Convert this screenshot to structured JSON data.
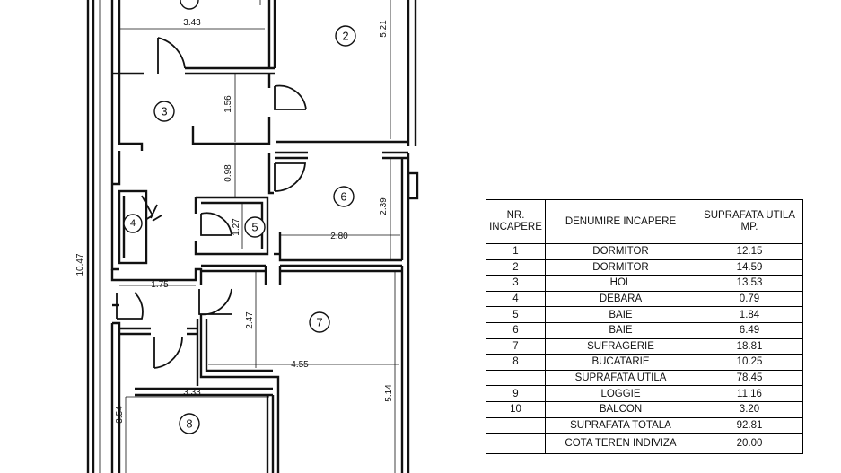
{
  "plan": {
    "dimensions": {
      "total_height": "10.47",
      "room1_width": "3.43",
      "room2_height": "5.21",
      "room3_height": "1.56",
      "hall_height": "0.98",
      "room6_height": "2.39",
      "room6_width": "2.80",
      "room5_height": "1.27",
      "corridor_width": "1.75",
      "room7_height": "2.47",
      "room7_width": "4.55",
      "room7_right_height": "5.14",
      "room8_width": "3.33",
      "room8_height": "3.54"
    },
    "rooms": [
      {
        "number": "2"
      },
      {
        "number": "3"
      },
      {
        "number": "4"
      },
      {
        "number": "5"
      },
      {
        "number": "6"
      },
      {
        "number": "7"
      },
      {
        "number": "8"
      }
    ]
  },
  "table": {
    "headers": {
      "nr": "NR. INCAPERE",
      "name": "DENUMIRE INCAPERE",
      "area": "SUPRAFATA UTILA MP."
    },
    "rows": [
      {
        "nr": "1",
        "name": "DORMITOR",
        "area": "12.15"
      },
      {
        "nr": "2",
        "name": "DORMITOR",
        "area": "14.59"
      },
      {
        "nr": "3",
        "name": "HOL",
        "area": "13.53"
      },
      {
        "nr": "4",
        "name": "DEBARA",
        "area": "0.79"
      },
      {
        "nr": "5",
        "name": "BAIE",
        "area": "1.84"
      },
      {
        "nr": "6",
        "name": "BAIE",
        "area": "6.49"
      },
      {
        "nr": "7",
        "name": "SUFRAGERIE",
        "area": "18.81"
      },
      {
        "nr": "8",
        "name": "BUCATARIE",
        "area": "10.25"
      },
      {
        "nr": "",
        "name": "SUPRAFATA UTILA",
        "area": "78.45"
      },
      {
        "nr": "9",
        "name": "LOGGIE",
        "area": "11.16"
      },
      {
        "nr": "10",
        "name": "BALCON",
        "area": "3.20"
      },
      {
        "nr": "",
        "name": "SUPRAFATA TOTALA",
        "area": "92.81"
      },
      {
        "nr": "",
        "name": "COTA TEREN INDIVIZA",
        "area": "20.00"
      }
    ]
  }
}
